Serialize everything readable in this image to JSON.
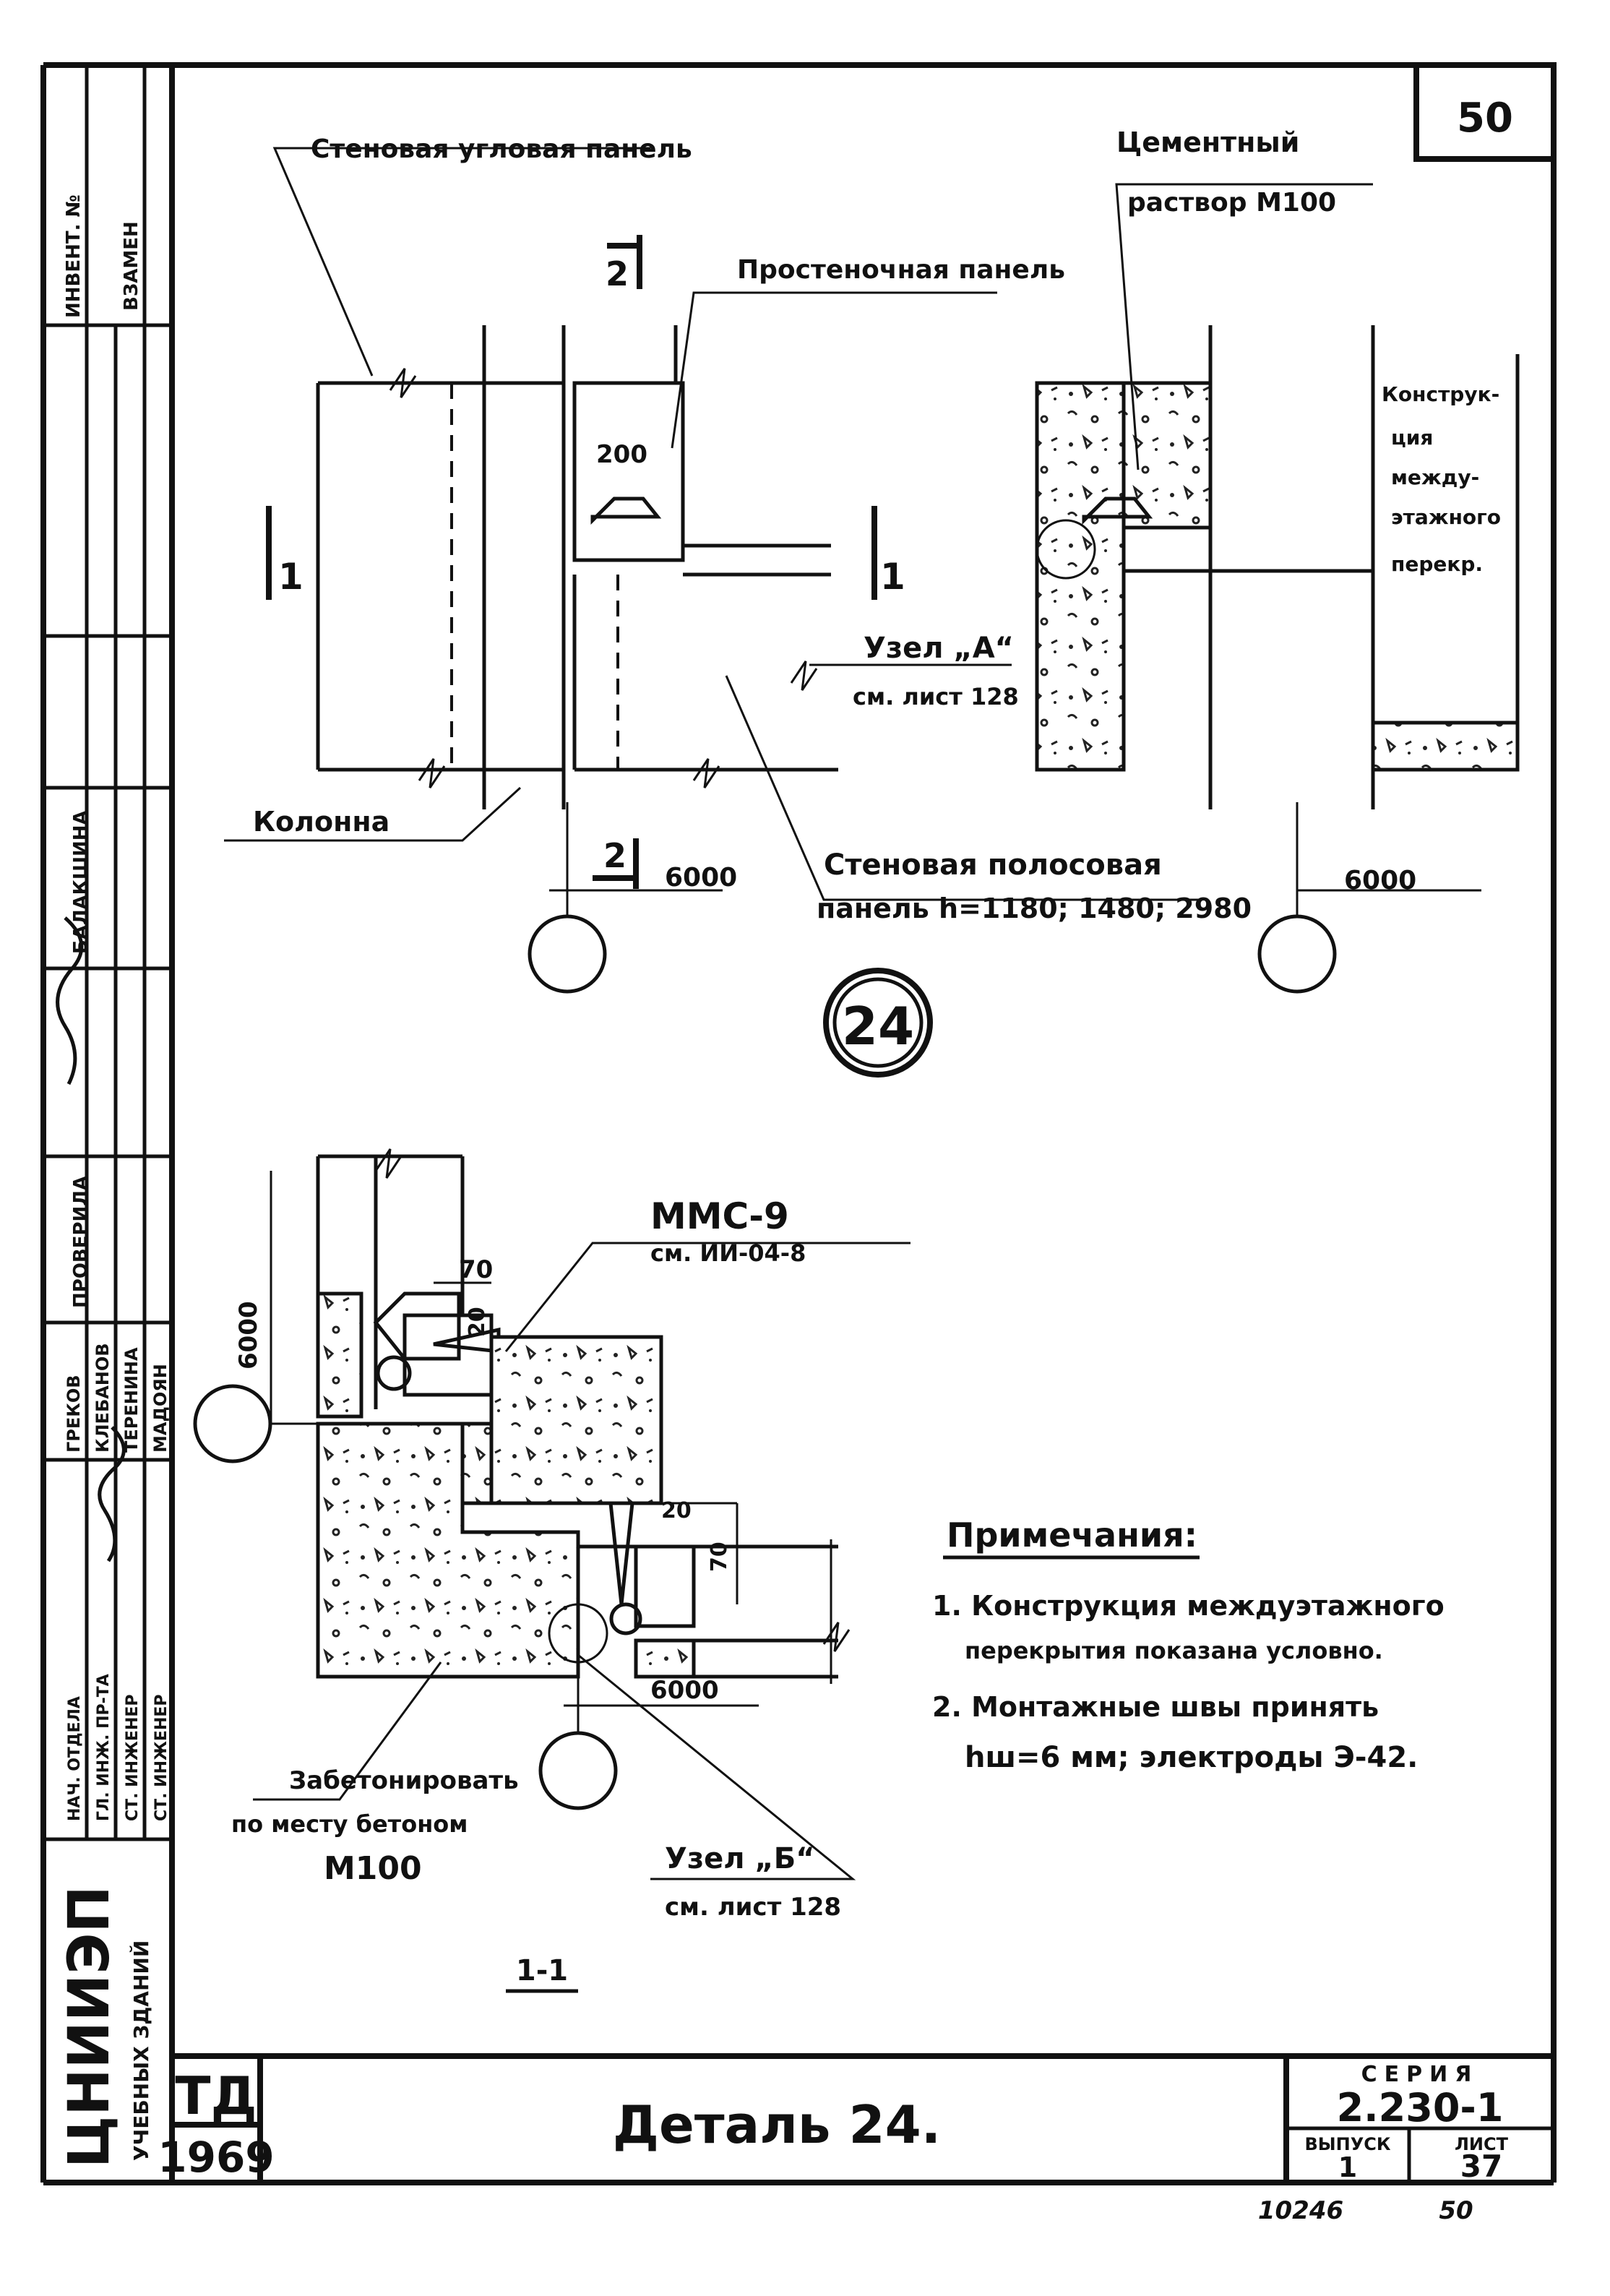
{
  "sheet": {
    "page_number": "50",
    "detail_number": "24",
    "section_label": "1-1",
    "title": "Деталь 24.",
    "stamp_td": "ТД",
    "stamp_year": "1969",
    "series_label": "СЕРИЯ",
    "series_value": "2.230-1",
    "issue_label": "ВЫПУСК",
    "issue_value": "1",
    "sheet_label": "ЛИСТ",
    "sheet_value": "37",
    "footer_left": "10246",
    "footer_right": "50"
  },
  "side_stamp": {
    "inv_no": "ИНВЕНТ. №",
    "vzamen": "ВЗАМЕН",
    "institute": "ЦНИИЭП",
    "institute_sub": "УЧЕБНЫХ ЗДАНИЙ",
    "roles": [
      "НАЧ. ОТДЕЛА",
      "ГЛ. ИНЖ. ПР-ТА",
      "СТ. ИНЖЕНЕР",
      "СТ. ИНЖЕНЕР"
    ],
    "names": [
      "ГРЕКОВ",
      "КЛЕБАНОВ",
      "ТЕРЕНИНА",
      "МАДОЯН"
    ],
    "checked_role": "ПРОВЕРИЛА",
    "checked_name": "БАЛАКШИНА"
  },
  "plan_left": {
    "corner_panel": "Стеновая угловая панель",
    "pier_panel": "Простеночная панель",
    "column": "Колонна",
    "strip_panel_1": "Стеновая полосовая",
    "strip_panel_2": "панель h=1180; 1480; 2980",
    "dim_200": "200",
    "dim_6000": "6000",
    "cut_2_top": "2",
    "cut_2_bottom": "2",
    "cut_1_left": "1",
    "cut_1_right": "1",
    "node_a": "Узел „А“",
    "node_a_ref": "см. лист 128"
  },
  "plan_right": {
    "mortar_1": "Цементный",
    "mortar_2": "раствор М100",
    "floor_1": "Конструк-",
    "floor_2": "ция",
    "floor_3": "между-",
    "floor_4": "этажного",
    "floor_5": "перекр.",
    "dim_6000": "6000"
  },
  "section": {
    "mms_label": "ММС-9",
    "mms_ref": "см. ИИ-04-8",
    "dim_70_top": "70",
    "dim_20_top": "20",
    "dim_20_right": "20",
    "dim_70_right": "70",
    "axis_left": "6000",
    "axis_bottom": "6000",
    "concrete_1": "Забетонировать",
    "concrete_2": "по месту бетоном",
    "concrete_3": "М100",
    "node_b": "Узел „Б“",
    "node_b_ref": "см. лист 128"
  },
  "notes": {
    "heading": "Примечания:",
    "note1_a": "1. Конструкция междуэтажного",
    "note1_b": "перекрытия показана условно.",
    "note2_a": "2. Монтажные швы принять",
    "note2_b": "hш=6 мм; электроды Э-42."
  }
}
